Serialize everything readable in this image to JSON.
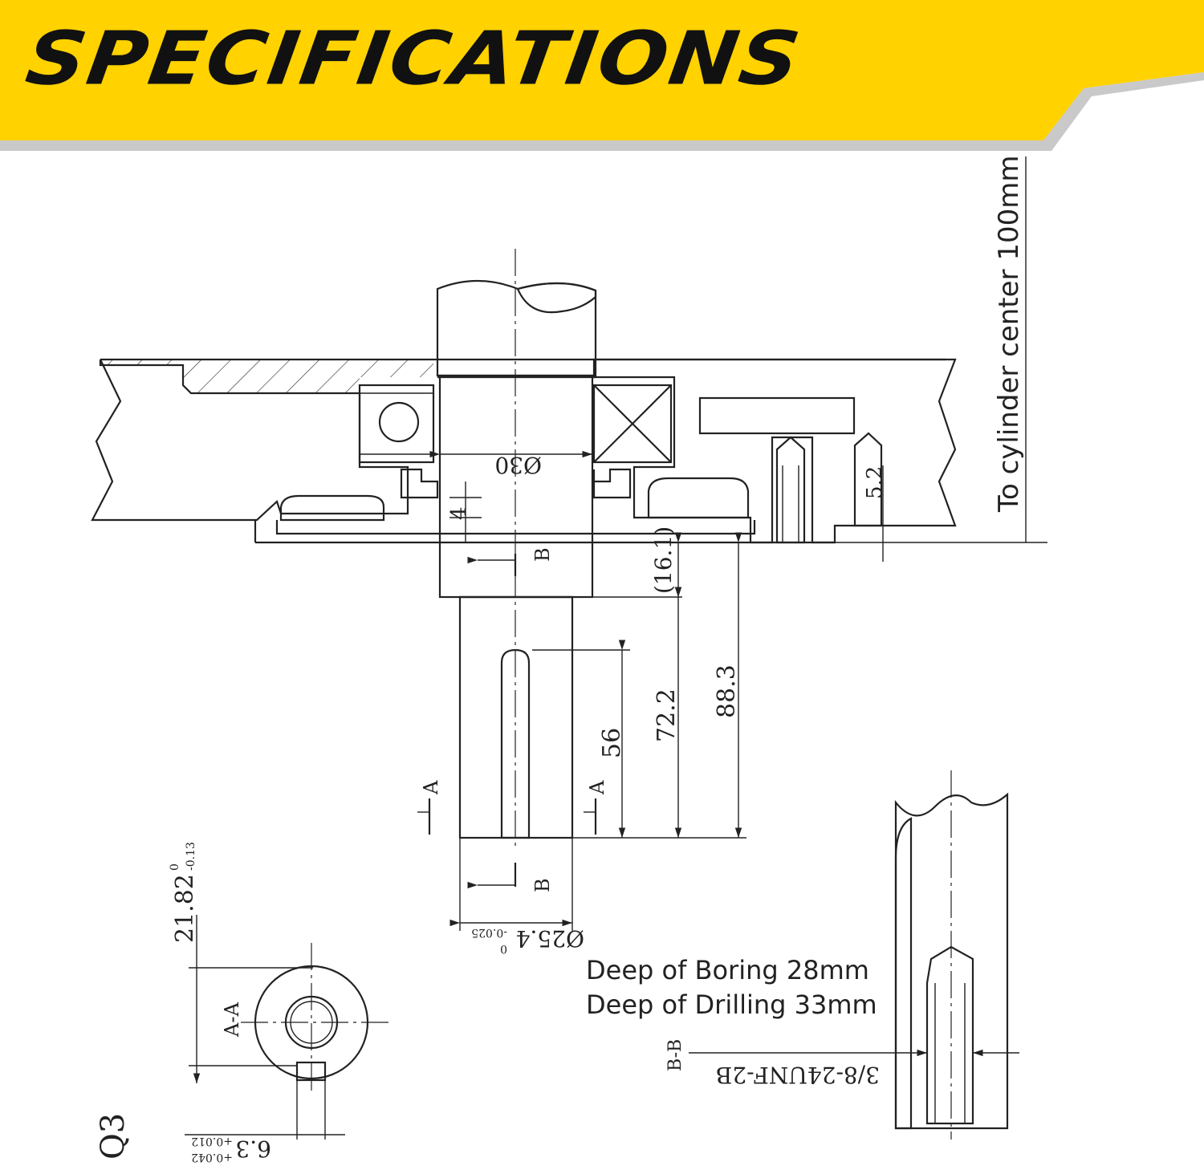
{
  "banner": {
    "title": "SPECIFICATIONS",
    "color": "#ffd200",
    "accent": "#bdbdbd"
  },
  "drawing": {
    "to_cylinder_center": "To cylinder center  100mm",
    "bore_dia": "Ø30",
    "dim_4": "4",
    "dim_5_2": "5.2",
    "dim_16_1": "(16.1)",
    "dim_56": "56",
    "dim_72_2": "72.2",
    "dim_88_3": "88.3",
    "shaft_dia": "Ø25.4",
    "shaft_dia_tol_upper": "0",
    "shaft_dia_tol_lower": "-0.025",
    "section_a": "A",
    "section_b": "B",
    "section_aa": "A-A",
    "section_bb": "B-B",
    "dim_21_82": "21.82",
    "dim_21_82_tol_upper": "0",
    "dim_21_82_tol_lower": "-0.13",
    "dim_6_3": "6.3",
    "dim_6_3_tol_upper": "+0.042",
    "dim_6_3_tol_lower": "+0.012",
    "thread": "3/8-24UNF-2B",
    "boring_note": "Deep of Boring 28mm",
    "drilling_note": "Deep of Drilling 33mm",
    "model": "Q3"
  }
}
